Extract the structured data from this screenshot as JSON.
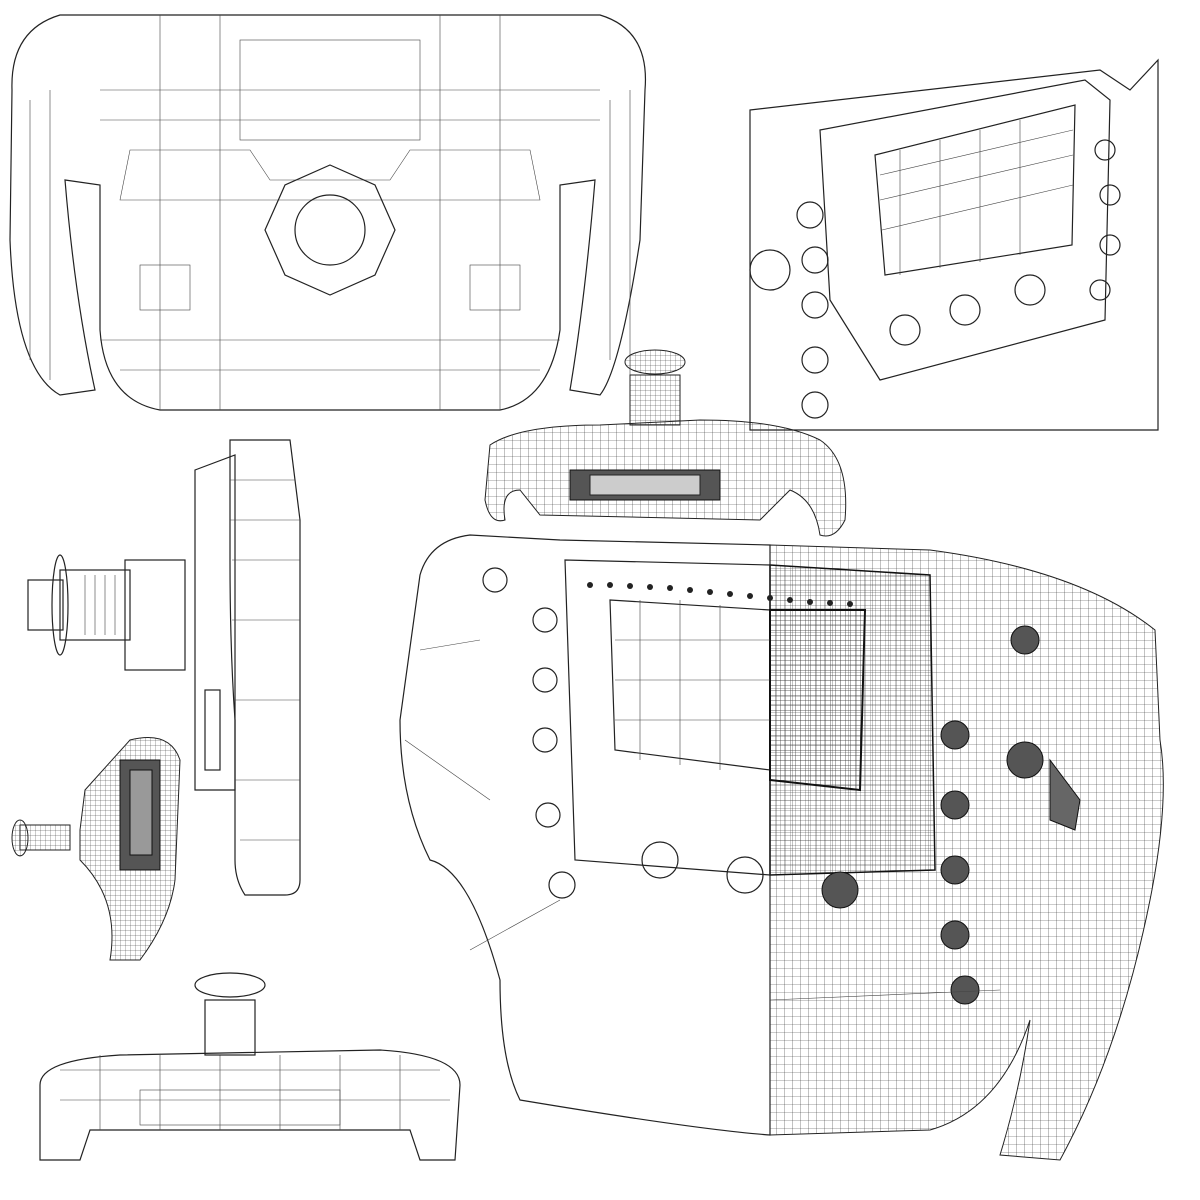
{
  "image": {
    "background_color": "#ffffff",
    "line_color": "#222222",
    "views": [
      "front-wireframe",
      "closeup-display",
      "top-view",
      "side-view",
      "perspective-small",
      "bottom-view",
      "perspective-main"
    ]
  }
}
